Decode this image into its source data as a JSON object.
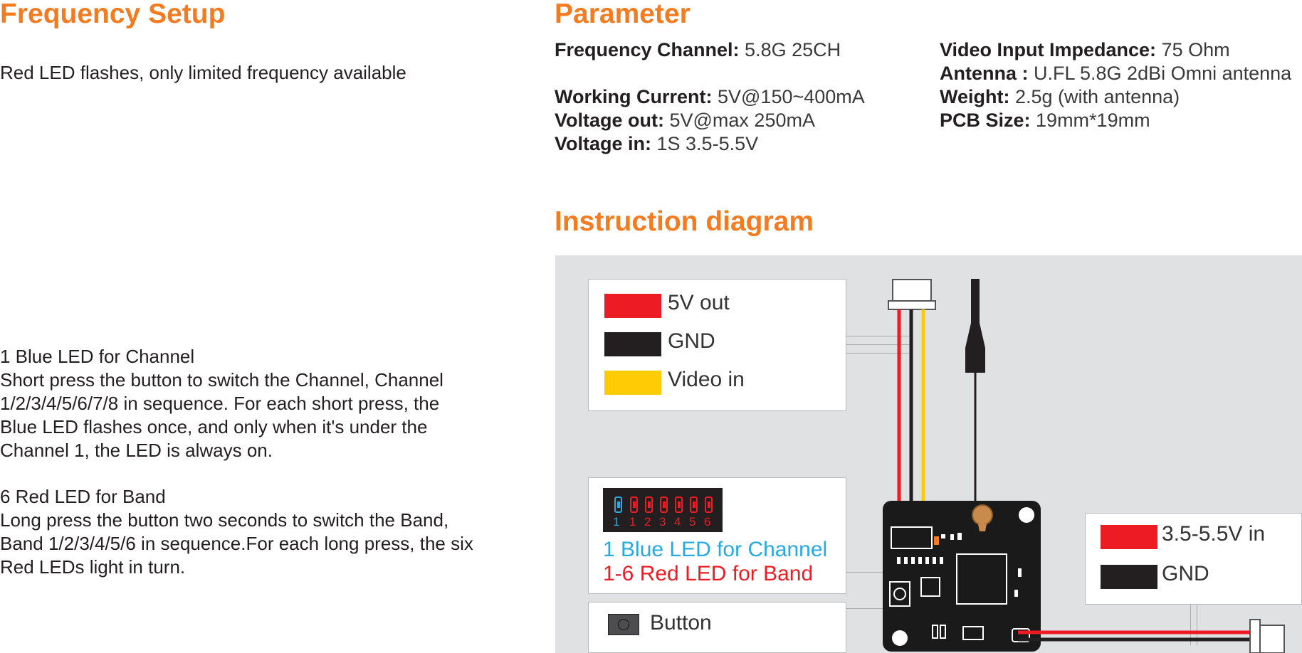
{
  "freq_setup": {
    "title": "Frequency  Setup",
    "note": "Red LED flashes, only limited frequency available",
    "blue_title": "1 Blue LED for Channel",
    "blue_lines": [
      "Short press the button to switch the Channel, Channel",
      "1/2/3/4/5/6/7/8 in sequence. For each short press, the",
      "Blue LED flashes once, and only when it's under the",
      "Channel 1, the LED is always on."
    ],
    "red_title": "6 Red LED for Band",
    "red_lines": [
      "Long press the button two seconds to switch the Band,",
      "Band 1/2/3/4/5/6 in sequence.For each long press, the six",
      "Red LEDs light in turn."
    ]
  },
  "parameter": {
    "title": "Parameter",
    "left": [
      {
        "key": "Frequency Channel:",
        "value": " 5.8G 25CH"
      },
      {
        "key": "Working Current:",
        "value": "  5V@150~400mA"
      },
      {
        "key": "Voltage out:",
        "value": "  5V@max 250mA"
      },
      {
        "key": "Voltage in:",
        "value": " 1S 3.5-5.5V"
      }
    ],
    "right": [
      {
        "key": "Video Input Impedance:",
        "value": " 75 Ohm"
      },
      {
        "key": "Antenna :",
        "value": " U.FL 5.8G 2dBi Omni antenna"
      },
      {
        "key": "Weight:",
        "value": " 2.5g (with antenna)"
      },
      {
        "key": "PCB Size:",
        "value": " 19mm*19mm"
      }
    ]
  },
  "diagram": {
    "title": "Instruction diagram",
    "wires_legend": [
      {
        "label": "5V out",
        "color": "#ed1c24"
      },
      {
        "label": "GND",
        "color": "#231f20"
      },
      {
        "label": "Video in",
        "color": "#ffcb05"
      }
    ],
    "led_numbers": [
      "1",
      "1",
      "2",
      "3",
      "4",
      "5",
      "6"
    ],
    "led_blue_num": "1",
    "led_blue_text": " Blue LED for Channel",
    "led_red_num": "1-6",
    "led_red_text": " Red  LED for Band",
    "button_label": "Button",
    "power_legend": [
      {
        "label": "3.5-5.5V in",
        "color": "#ed1c24"
      },
      {
        "label": "GND",
        "color": "#231f20"
      }
    ],
    "colors": {
      "accent": "#f47b20",
      "blue": "#27aae1",
      "red": "#ed1c24",
      "yellow": "#ffcb05",
      "black": "#231f20"
    }
  }
}
